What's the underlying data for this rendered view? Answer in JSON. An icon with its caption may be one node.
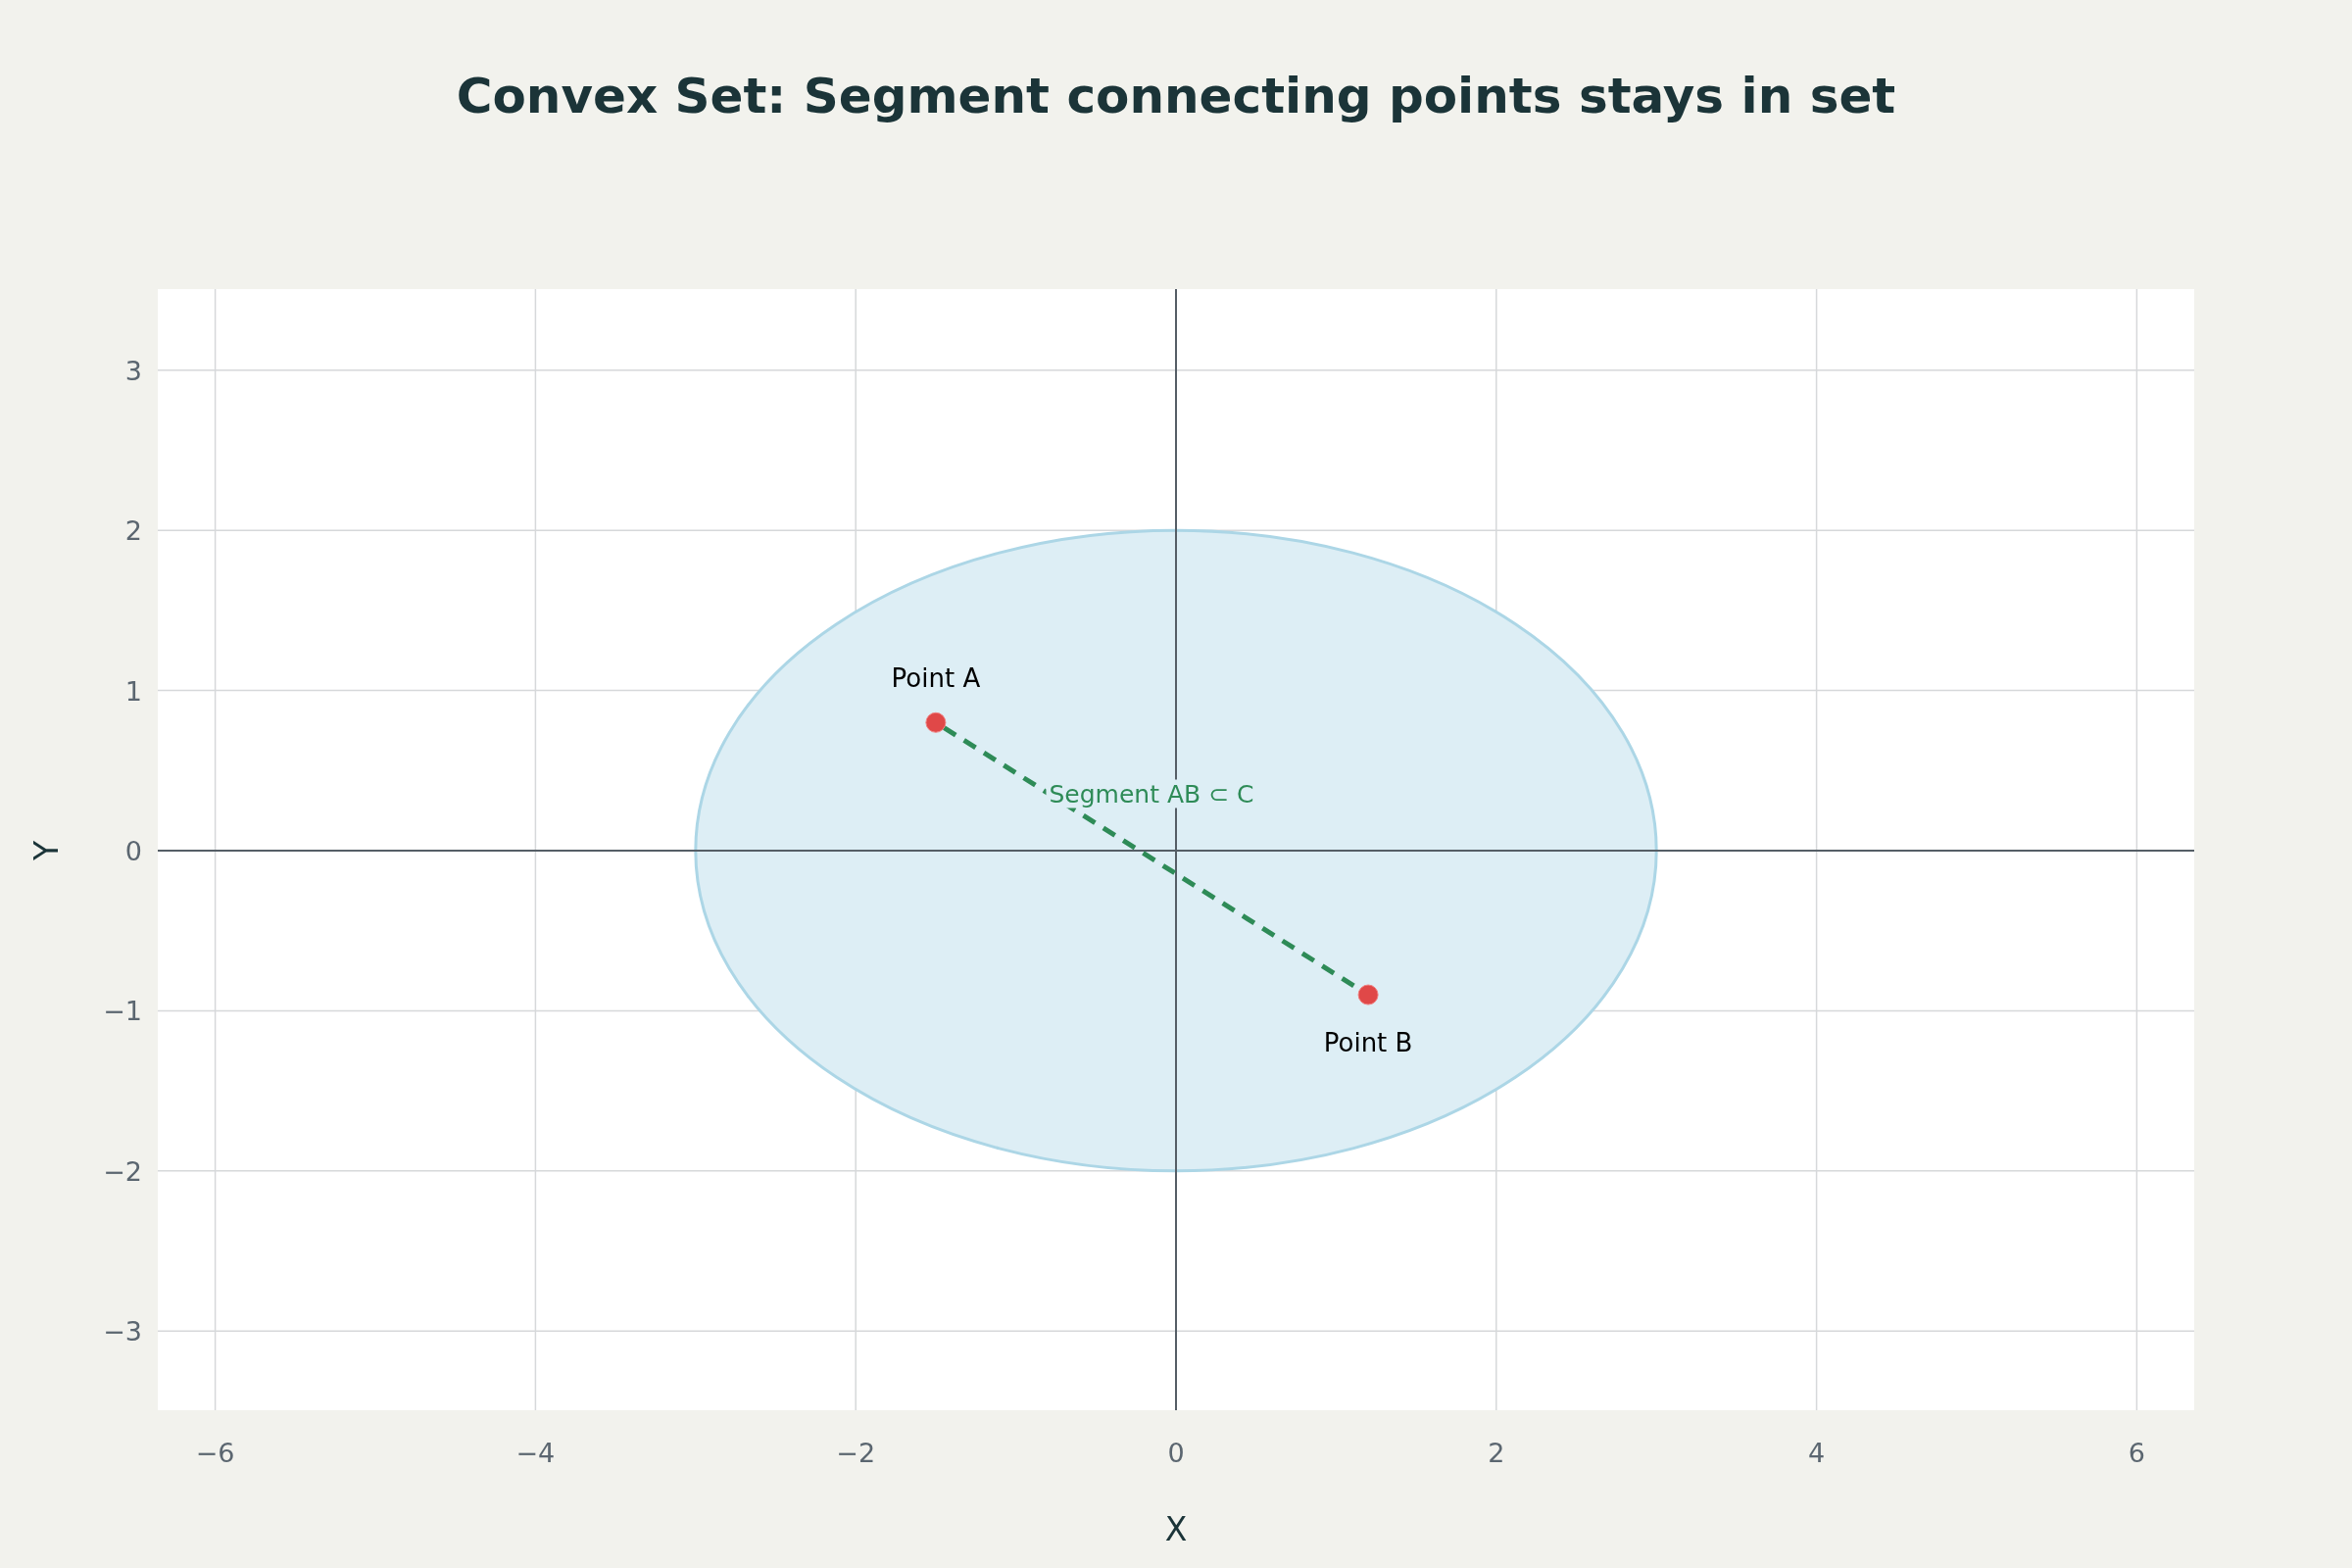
{
  "diagram": {
    "title": "Convex Set: Segment connecting points stays in set",
    "nodes": [
      {
        "text": [],
        "shape": "circle",
        "beside": [
          "Point A"
        ]
      },
      {
        "text": [],
        "shape": "circle",
        "beside": [
          "Point B"
        ]
      }
    ],
    "edges": [
      {
        "from": 0,
        "to": 1,
        "arrow": "none",
        "label": "Segment AB ⊂ C",
        "style": "dashed",
        "color": "#2e8b57"
      }
    ],
    "labels": [
      "−6",
      "−4",
      "−2",
      "0",
      "2",
      "4",
      "6",
      "3",
      "2",
      "1",
      "0",
      "−1",
      "−2",
      "−3",
      "X",
      "Y"
    ]
  }
}
